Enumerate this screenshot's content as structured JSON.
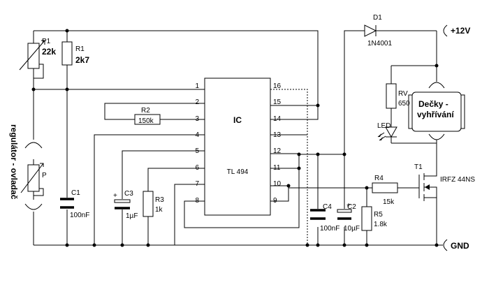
{
  "ic": {
    "ref": "IC",
    "part": "TL 494"
  },
  "pins": [
    "1",
    "2",
    "3",
    "4",
    "5",
    "6",
    "7",
    "8",
    "9",
    "10",
    "11",
    "12",
    "13",
    "14",
    "15",
    "16"
  ],
  "p1": {
    "ref": "P1",
    "value": "22k"
  },
  "r1": {
    "ref": "R1",
    "value": "2k7"
  },
  "r2": {
    "ref": "R2",
    "value": "150k"
  },
  "r3": {
    "ref": "R3",
    "value": "1k"
  },
  "r4": {
    "ref": "R4",
    "value": "15k"
  },
  "r5": {
    "ref": "R5",
    "value": "1.8k"
  },
  "rv": {
    "ref": "RV",
    "value": "650"
  },
  "c1": {
    "ref": "C1",
    "value": "100nF"
  },
  "c2": {
    "ref": "C2",
    "value": "10µF"
  },
  "c3": {
    "ref": "C3",
    "value": "1µF"
  },
  "c4": {
    "ref": "C4",
    "value": "100nF"
  },
  "d1": {
    "ref": "D1",
    "value": "1N4001"
  },
  "led": {
    "ref": "LED"
  },
  "t1": {
    "ref": "T1",
    "value": "IRFZ 44NS"
  },
  "pot": {
    "ref": "P",
    "caption": "regulátor - ovladač"
  },
  "heater": {
    "line1": "Dečky -",
    "line2": "vyhřívání"
  },
  "rails": {
    "supply": "+12V",
    "ground": "GND"
  }
}
